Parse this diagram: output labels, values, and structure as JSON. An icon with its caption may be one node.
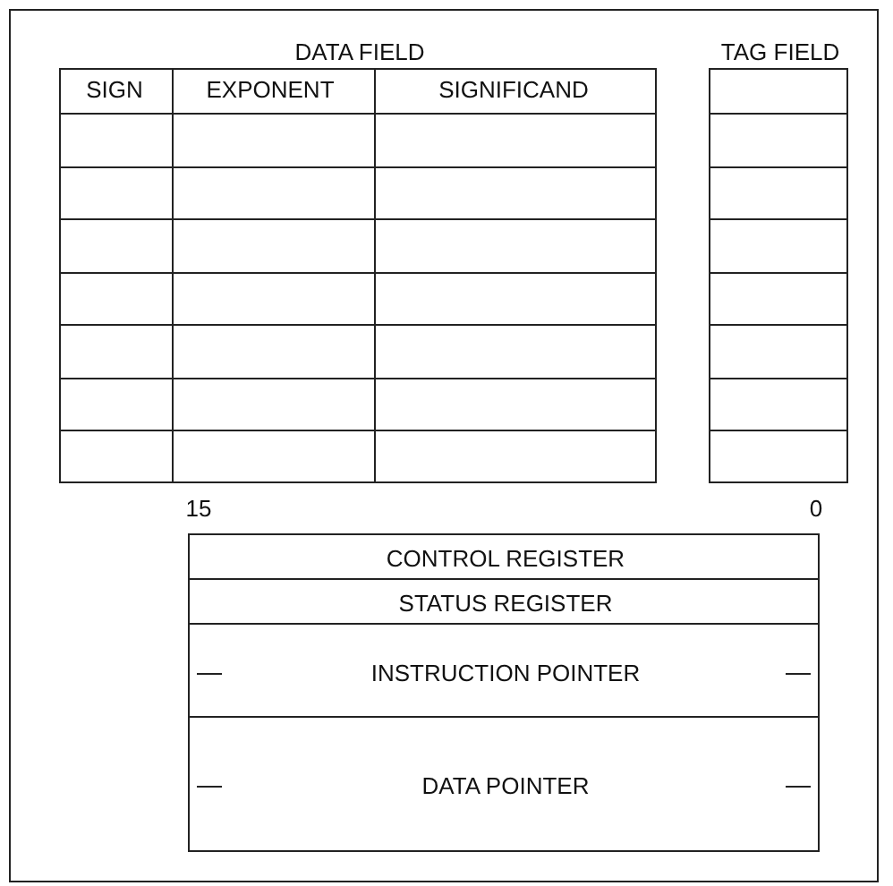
{
  "diagram": {
    "nodes": [
      {
        "text": [
          "DATA FIELD"
        ]
      },
      {
        "text": [
          "TAG FIELD"
        ]
      },
      {
        "text": [
          "CONTROL REGISTER"
        ]
      },
      {
        "text": [
          "STATUS REGISTER"
        ]
      },
      {
        "text": [
          "INSTRUCTION POINTER"
        ]
      },
      {
        "text": [
          "DATA POINTER"
        ]
      }
    ],
    "labels": [
      "SIGN",
      "EXPONENT",
      "SIGNIFICAND",
      "15",
      "0"
    ]
  }
}
